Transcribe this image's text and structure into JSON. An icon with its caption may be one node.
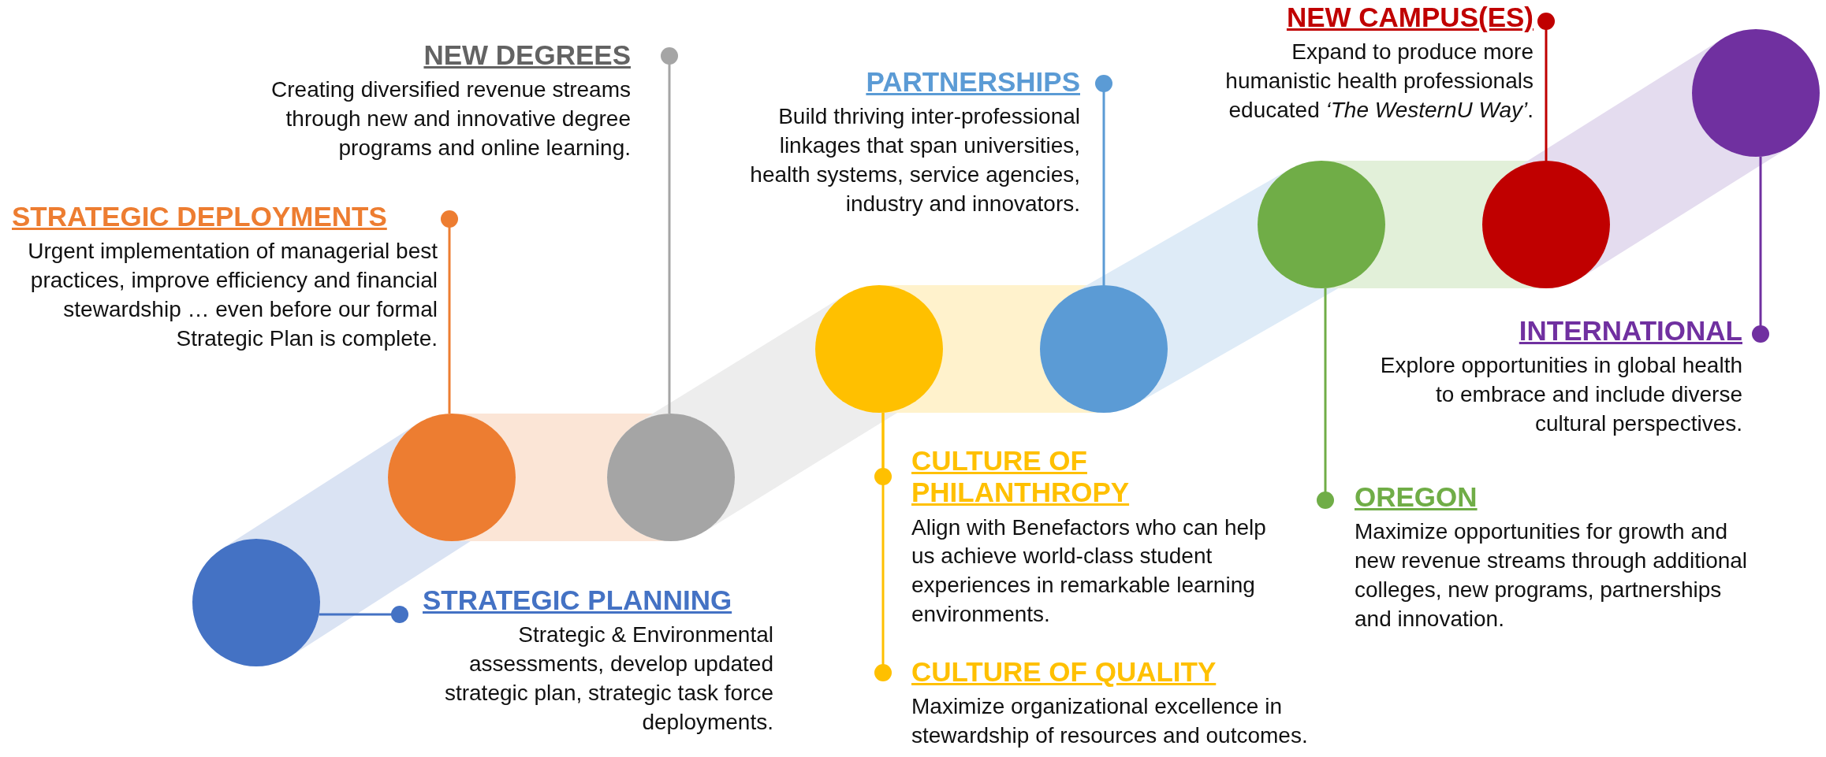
{
  "diagram": {
    "nodes": [
      {
        "text": [],
        "shape": "circle"
      },
      {
        "text": [],
        "shape": "circle"
      },
      {
        "text": [],
        "shape": "circle"
      },
      {
        "text": [],
        "shape": "circle"
      },
      {
        "text": [],
        "shape": "circle"
      },
      {
        "text": [],
        "shape": "circle"
      },
      {
        "text": [],
        "shape": "circle"
      },
      {
        "text": [],
        "shape": "circle"
      },
      {
        "text": [
          "STRATEGIC PLANNING",
          "Strategic & Environmental assessments, develop updated strategic plan, strategic task force deployments."
        ]
      },
      {
        "text": [
          "STRATEGIC DEPLOYMENTS",
          "Urgent implementation of managerial best practices,  improve efficiency and financial stewardship … even before our formal Strategic Plan is complete."
        ]
      },
      {
        "text": [
          "NEW DEGREES",
          "Creating diversified revenue streams through new and innovative degree programs and online learning."
        ]
      },
      {
        "text": [
          "CULTURE OF PHILANTHROPY",
          "Align with Benefactors who can help us achieve world-class student experiences in remarkable learning environments."
        ]
      },
      {
        "text": [
          "CULTURE OF QUALITY",
          "Maximize organizational excellence in stewardship of resources and outcomes."
        ]
      },
      {
        "text": [
          "PARTNERSHIPS",
          "Build thriving inter-professional linkages that span universities, health systems, service agencies, industry and innovators."
        ]
      },
      {
        "text": [
          "OREGON",
          "Maximize opportunities for growth and new revenue streams through additional colleges, new programs, partnerships and innovation."
        ]
      },
      {
        "text": [
          "NEW CAMPUS(ES)",
          "Expand to produce more humanistic health professionals educated *‘The WesternU Way’*."
        ]
      },
      {
        "text": [
          "INTERNATIONAL",
          "Explore opportunities in global health to embrace and include diverse cultural perspectives."
        ]
      }
    ],
    "edges": [
      {
        "from": 0,
        "to": 1,
        "arrow": "none",
        "style": "thick",
        "color": "#dae3f3"
      },
      {
        "from": 1,
        "to": 2,
        "arrow": "none",
        "style": "thick",
        "color": "#fbe5d6"
      },
      {
        "from": 2,
        "to": 3,
        "arrow": "none",
        "style": "thick",
        "color": "#ededed"
      },
      {
        "from": 3,
        "to": 4,
        "arrow": "none",
        "style": "thick",
        "color": "#fff2cc"
      },
      {
        "from": 4,
        "to": 5,
        "arrow": "none",
        "style": "thick",
        "color": "#deebf7"
      },
      {
        "from": 5,
        "to": 6,
        "arrow": "none",
        "style": "thick",
        "color": "#e2f0d9"
      },
      {
        "from": 6,
        "to": 7,
        "arrow": "none",
        "style": "thick",
        "color": "#e4dcef"
      },
      {
        "from": 8,
        "to": 0,
        "arrow": "other",
        "color": "#4472c4"
      },
      {
        "from": 9,
        "to": 1,
        "arrow": "other",
        "color": "#ed7d31"
      },
      {
        "from": 10,
        "to": 2,
        "arrow": "other",
        "color": "#a5a5a5"
      },
      {
        "from": 11,
        "to": 3,
        "arrow": "other",
        "color": "#ffc000"
      },
      {
        "from": 12,
        "to": 3,
        "arrow": "other",
        "color": "#ffc000"
      },
      {
        "from": 13,
        "to": 4,
        "arrow": "other",
        "color": "#5b9bd5"
      },
      {
        "from": 14,
        "to": 5,
        "arrow": "other",
        "color": "#70ad47"
      },
      {
        "from": 15,
        "to": 6,
        "arrow": "other",
        "color": "#c00000"
      },
      {
        "from": 16,
        "to": 7,
        "arrow": "other",
        "color": "#7030a0"
      }
    ]
  }
}
